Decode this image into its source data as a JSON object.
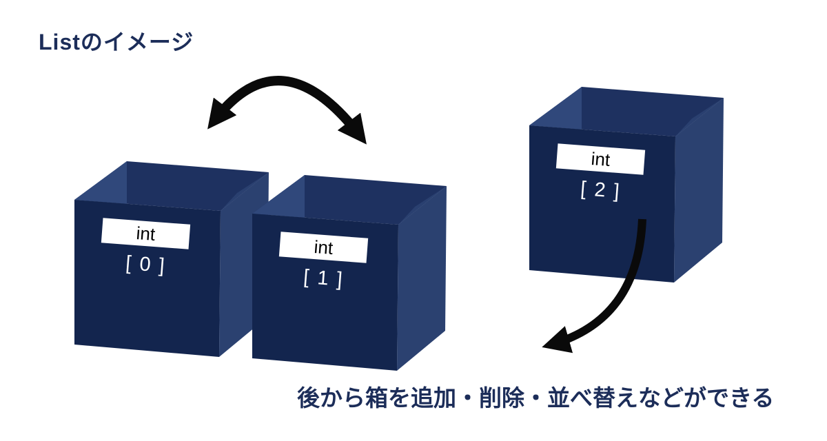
{
  "title": "Listのイメージ",
  "caption": "後から箱を追加・削除・並べ替えなどができる",
  "boxes": [
    {
      "type_label": "int",
      "index_label": "[ 0 ]"
    },
    {
      "type_label": "int",
      "index_label": "[ 1 ]"
    },
    {
      "type_label": "int",
      "index_label": "[ 2 ]"
    }
  ],
  "icons": {
    "swap_arrow": "double-headed-arc-arrow",
    "insert_arrow": "curved-down-left-arrow"
  },
  "colors": {
    "text_navy": "#1c2d59",
    "box_front": "#13254e",
    "box_side": "#2b4170",
    "box_inner": "#1e3160",
    "box_inner_left": "#30487b",
    "box_inner_right": "#2a4070",
    "plate_bg": "#ffffff",
    "plate_text": "#000000",
    "index_text": "#ffffff",
    "arrow": "#0a0a0a",
    "background": "#ffffff"
  }
}
